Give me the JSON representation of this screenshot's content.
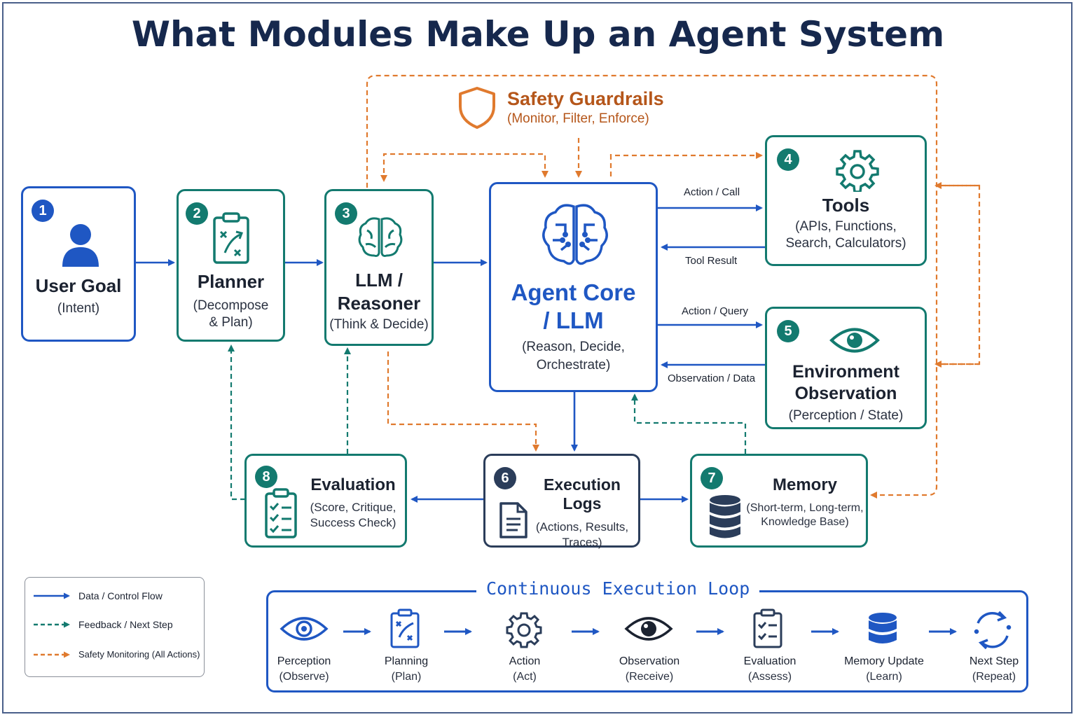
{
  "title": "What Modules Make Up an Agent System",
  "safety": {
    "name": "Safety Guardrails",
    "sub": "(Monitor, Filter, Enforce)"
  },
  "modules": {
    "user_goal": {
      "num": "1",
      "name": "User Goal",
      "sub": "(Intent)"
    },
    "planner": {
      "num": "2",
      "name": "Planner",
      "sub1": "(Decompose",
      "sub2": "& Plan)"
    },
    "llm": {
      "num": "3",
      "name1": "LLM /",
      "name2": "Reasoner",
      "sub": "(Think & Decide)"
    },
    "core": {
      "name1": "Agent Core",
      "name2": "/ LLM",
      "sub1": "(Reason, Decide,",
      "sub2": "Orchestrate)"
    },
    "tools": {
      "num": "4",
      "name": "Tools",
      "sub1": "(APIs, Functions,",
      "sub2": "Search, Calculators)"
    },
    "env": {
      "num": "5",
      "name1": "Environment",
      "name2": "Observation",
      "sub": "(Perception / State)"
    },
    "logs": {
      "num": "6",
      "name": "Execution Logs",
      "sub1": "(Actions, Results,",
      "sub2": "Traces)"
    },
    "memory": {
      "num": "7",
      "name": "Memory",
      "sub1": "(Short-term, Long-term,",
      "sub2": "Knowledge Base)"
    },
    "evaluation": {
      "num": "8",
      "name": "Evaluation",
      "sub1": "(Score, Critique,",
      "sub2": "Success Check)"
    }
  },
  "edges": {
    "action_call": "Action / Call",
    "tool_result": "Tool Result",
    "action_query": "Action / Query",
    "observation_data": "Observation / Data"
  },
  "legend": {
    "data_flow": "Data / Control Flow",
    "feedback": "Feedback / Next Step",
    "safety": "Safety Monitoring (All Actions)"
  },
  "loop": {
    "title": "Continuous Execution Loop",
    "steps": [
      {
        "name": "Perception",
        "sub": "(Observe)",
        "icon": "eye-icon"
      },
      {
        "name": "Planning",
        "sub": "(Plan)",
        "icon": "clipboard-plan-icon"
      },
      {
        "name": "Action",
        "sub": "(Act)",
        "icon": "gear-icon"
      },
      {
        "name": "Observation",
        "sub": "(Receive)",
        "icon": "eye-icon"
      },
      {
        "name": "Evaluation",
        "sub": "(Assess)",
        "icon": "checklist-icon"
      },
      {
        "name": "Memory Update",
        "sub": "(Learn)",
        "icon": "database-icon"
      },
      {
        "name": "Next Step",
        "sub": "(Repeat)",
        "icon": "cycle-icon"
      }
    ]
  },
  "colors": {
    "blue": "#1f57c3",
    "teal": "#137a6f",
    "orange": "#e07a2e",
    "navy": "#2b3d5a"
  }
}
